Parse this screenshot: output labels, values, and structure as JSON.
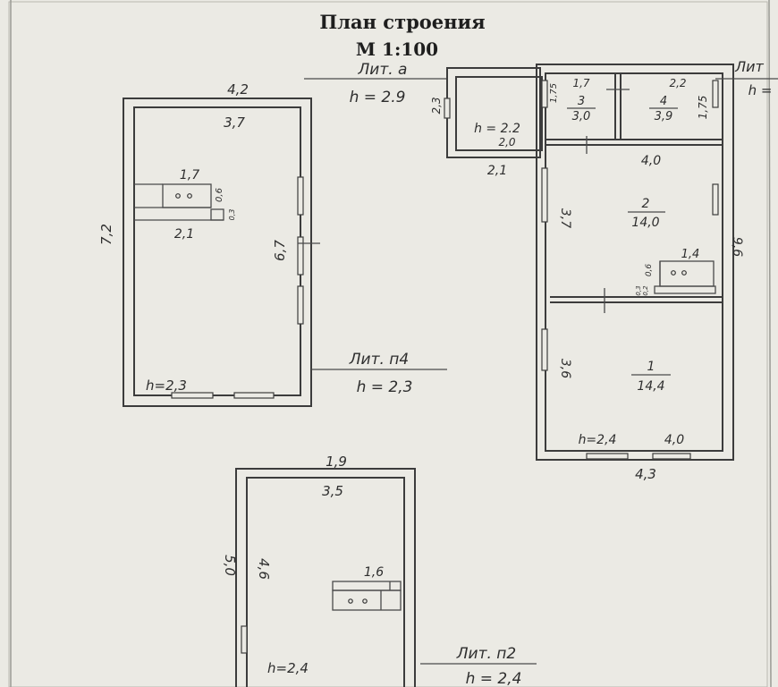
{
  "title": "План строения",
  "scale": "М 1:100",
  "litera_a": {
    "label": "Лит. а",
    "height": "h = 2.9",
    "room_height": "h = 2.2",
    "dim_left": "2,3",
    "dim_inner": "2,0",
    "dim_bottom": "2,1"
  },
  "main_house": {
    "room3": {
      "number": "3",
      "area": "3,0",
      "width": "1,7",
      "depth": "1,75"
    },
    "room4": {
      "number": "4",
      "area": "3,9",
      "width": "2,2",
      "depth": "1,75"
    },
    "room2": {
      "number": "2",
      "area": "14,0",
      "width": "4,0",
      "depth": "3,7"
    },
    "room1": {
      "number": "1",
      "area": "14,4",
      "width": "4,0",
      "depth": "3,6"
    },
    "stove": {
      "width": "1,4",
      "depth": "0,6",
      "small": "0,3",
      "small2": "0,2"
    },
    "outer_length": "9,6",
    "outer_width": "4,3",
    "height": "h=2,4",
    "litera_right": "Лит",
    "h_right": "h ="
  },
  "litera_p4": {
    "label": "Лит. п4",
    "height": "h = 2,3",
    "inner_height": "h=2,3",
    "outer_width": "4,2",
    "inner_width": "3,7",
    "outer_length": "7,2",
    "inner_length": "6,7",
    "stove": {
      "width": "1,7",
      "depth": "0,6",
      "small": "0,3",
      "base": "2,1"
    }
  },
  "litera_p2": {
    "label": "Лит. п2",
    "height": "h = 2,4",
    "inner_height": "h=2,4",
    "outer_width": "1,9",
    "inner_width": "3,5",
    "outer_length": "5,0",
    "inner_length": "4,6",
    "stove": {
      "width": "1,6"
    }
  }
}
